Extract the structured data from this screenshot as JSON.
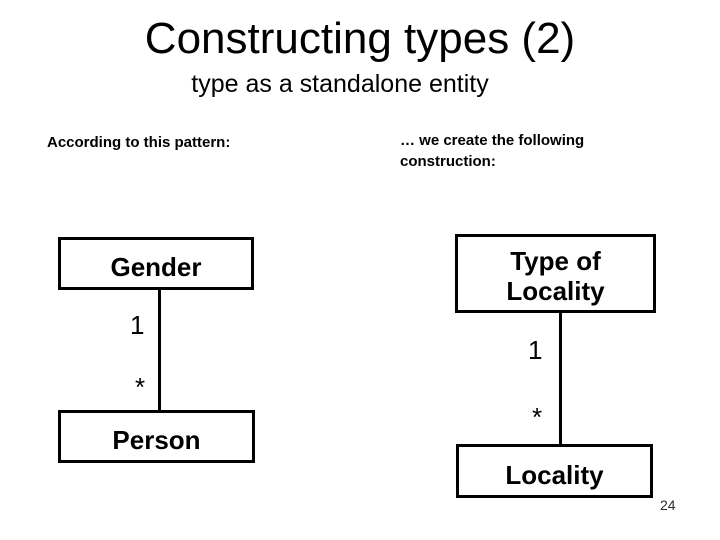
{
  "slide": {
    "title": "Constructing types (2)",
    "subtitle": "type as a standalone entity",
    "left_caption": "According to this pattern:",
    "right_caption": "… we create the following construction:",
    "page_number": "24",
    "colors": {
      "background": "#FFFFFF",
      "text": "#000000",
      "box_border": "#000000",
      "box_fill": "#FFFFFF",
      "connector": "#000000"
    }
  },
  "left_diagram": {
    "top_box": "Gender",
    "bottom_box": "Person",
    "multiplicity_top": "1",
    "multiplicity_bottom": "*"
  },
  "right_diagram": {
    "top_box": "Type of Locality",
    "bottom_box": "Locality",
    "multiplicity_top": "1",
    "multiplicity_bottom": "*"
  }
}
